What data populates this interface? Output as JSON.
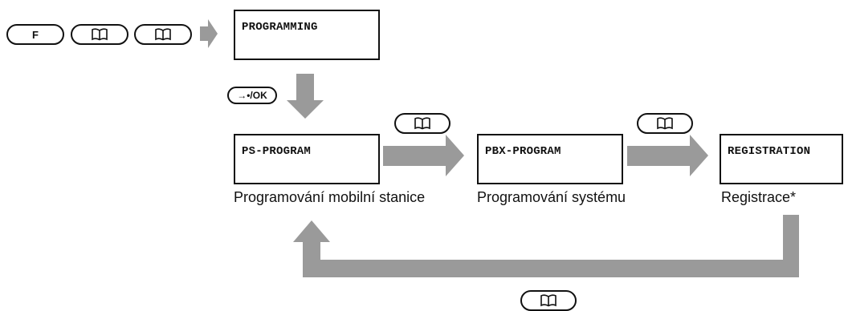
{
  "keys": {
    "f_label": "F",
    "ok_label": "→•/OK",
    "book_icon": "book-icon"
  },
  "screens": {
    "programming": "PROGRAMMING",
    "ps_program": "PS-PROGRAM",
    "pbx_program": "PBX-PROGRAM",
    "registration": "REGISTRATION"
  },
  "captions": {
    "ps_program": "Programování mobilní stanice",
    "pbx_program": "Programování systému",
    "registration": "Registrace*"
  },
  "colors": {
    "arrow": "#9a9a9a",
    "outline": "#111111"
  }
}
